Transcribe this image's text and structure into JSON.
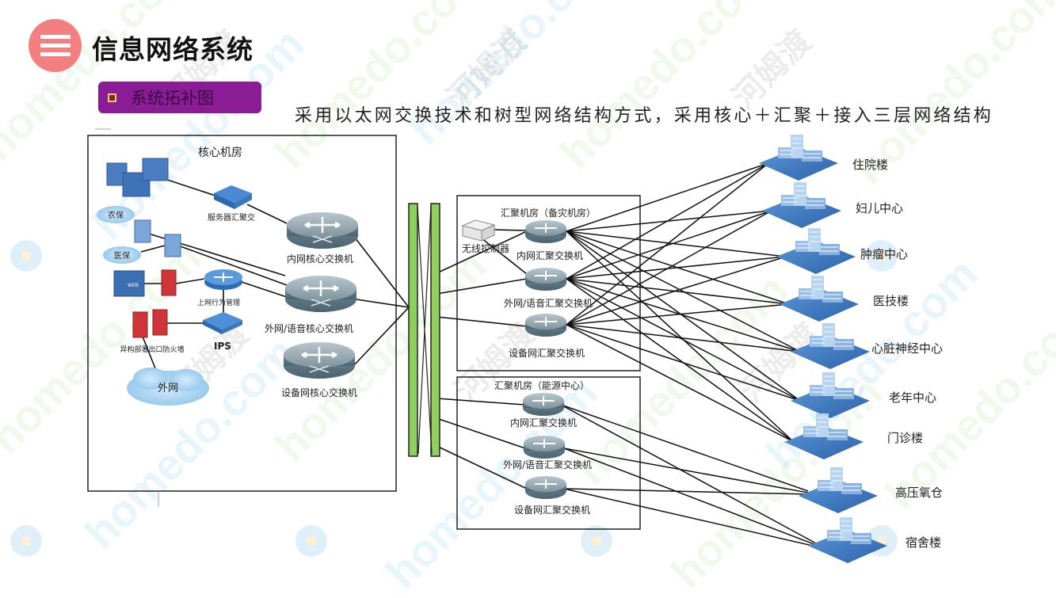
{
  "header": {
    "menu_icon": "hamburger-menu-icon",
    "title": "信息网络系统",
    "section_tag": "系统拓补图",
    "subtitle": "采用以太网交换技术和树型网络结构方式，采用核心＋汇聚＋接入三层网络结构"
  },
  "watermark": {
    "text_a": "homedo.com",
    "text_b": "河姆渡"
  },
  "core_room": {
    "title": "核心机房",
    "devices": {
      "server_agg": "服务器汇聚交",
      "nongbao": "农保",
      "yibao": "医保",
      "web": "WEB",
      "behavior_mgmt": "上网行为管理",
      "ips": "IPS",
      "firewall": "异构部署出口防火墙",
      "internet": "外网",
      "core_intranet": "内网核心交换机",
      "core_extranet": "外网/语音核心交换机",
      "core_device": "设备网核心交换机"
    }
  },
  "agg_room_1": {
    "title": "汇聚机房（备灾机房）",
    "wireless_controller": "无线控制器",
    "switches": [
      "内网汇聚交换机",
      "外网/语音汇聚交换机",
      "设备网汇聚交换机"
    ]
  },
  "agg_room_2": {
    "title": "汇聚机房（能源中心）",
    "switches": [
      "内网汇聚交换机",
      "外网/语音汇聚交换机",
      "设备网汇聚交换机"
    ]
  },
  "buildings": [
    "住院楼",
    "妇儿中心",
    "肿瘤中心",
    "医技楼",
    "心脏神经中心",
    "老年中心",
    "门诊楼",
    "高压氧仓",
    "宿舍楼"
  ],
  "colors": {
    "accent_pink": "#f47f80",
    "tag_purple": "#8a1d96",
    "fiber_green": "#8fcf5e",
    "building_blue": "#3f7fc9"
  }
}
